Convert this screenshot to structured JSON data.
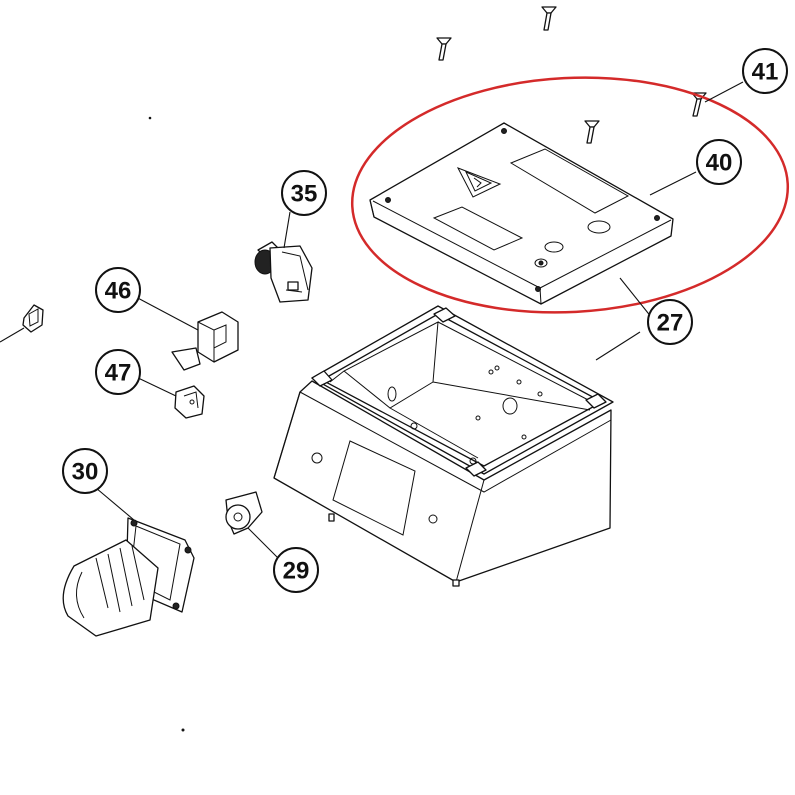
{
  "callouts": [
    {
      "id": "41",
      "label": "41"
    },
    {
      "id": "40",
      "label": "40"
    },
    {
      "id": "35",
      "label": "35"
    },
    {
      "id": "27",
      "label": "27"
    },
    {
      "id": "46",
      "label": "46"
    },
    {
      "id": "47",
      "label": "47"
    },
    {
      "id": "30",
      "label": "30"
    },
    {
      "id": "29",
      "label": "29"
    }
  ],
  "highlight": {
    "color": "#d42a2a"
  }
}
